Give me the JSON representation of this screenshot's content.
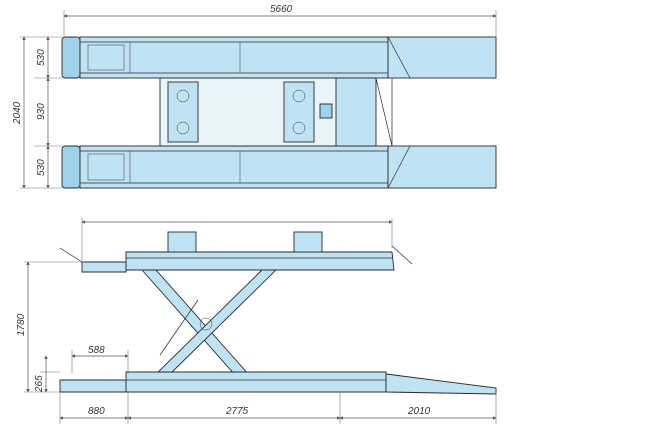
{
  "colors": {
    "part_fill": "#bfe3f3",
    "part_fill_dark": "#9fd2ea",
    "outline": "#2a2a2a",
    "dimension_text": "#333333"
  },
  "top_view": {
    "overall_length": "5660",
    "overall_width": "2040",
    "platform_width_top": "530",
    "gap_width": "930",
    "platform_width_bottom": "530"
  },
  "side_view": {
    "max_height": "1780",
    "min_height": "265",
    "front_extension": "588",
    "front_ramp": "880",
    "platform_length": "2775",
    "rear_ramp": "2010"
  }
}
